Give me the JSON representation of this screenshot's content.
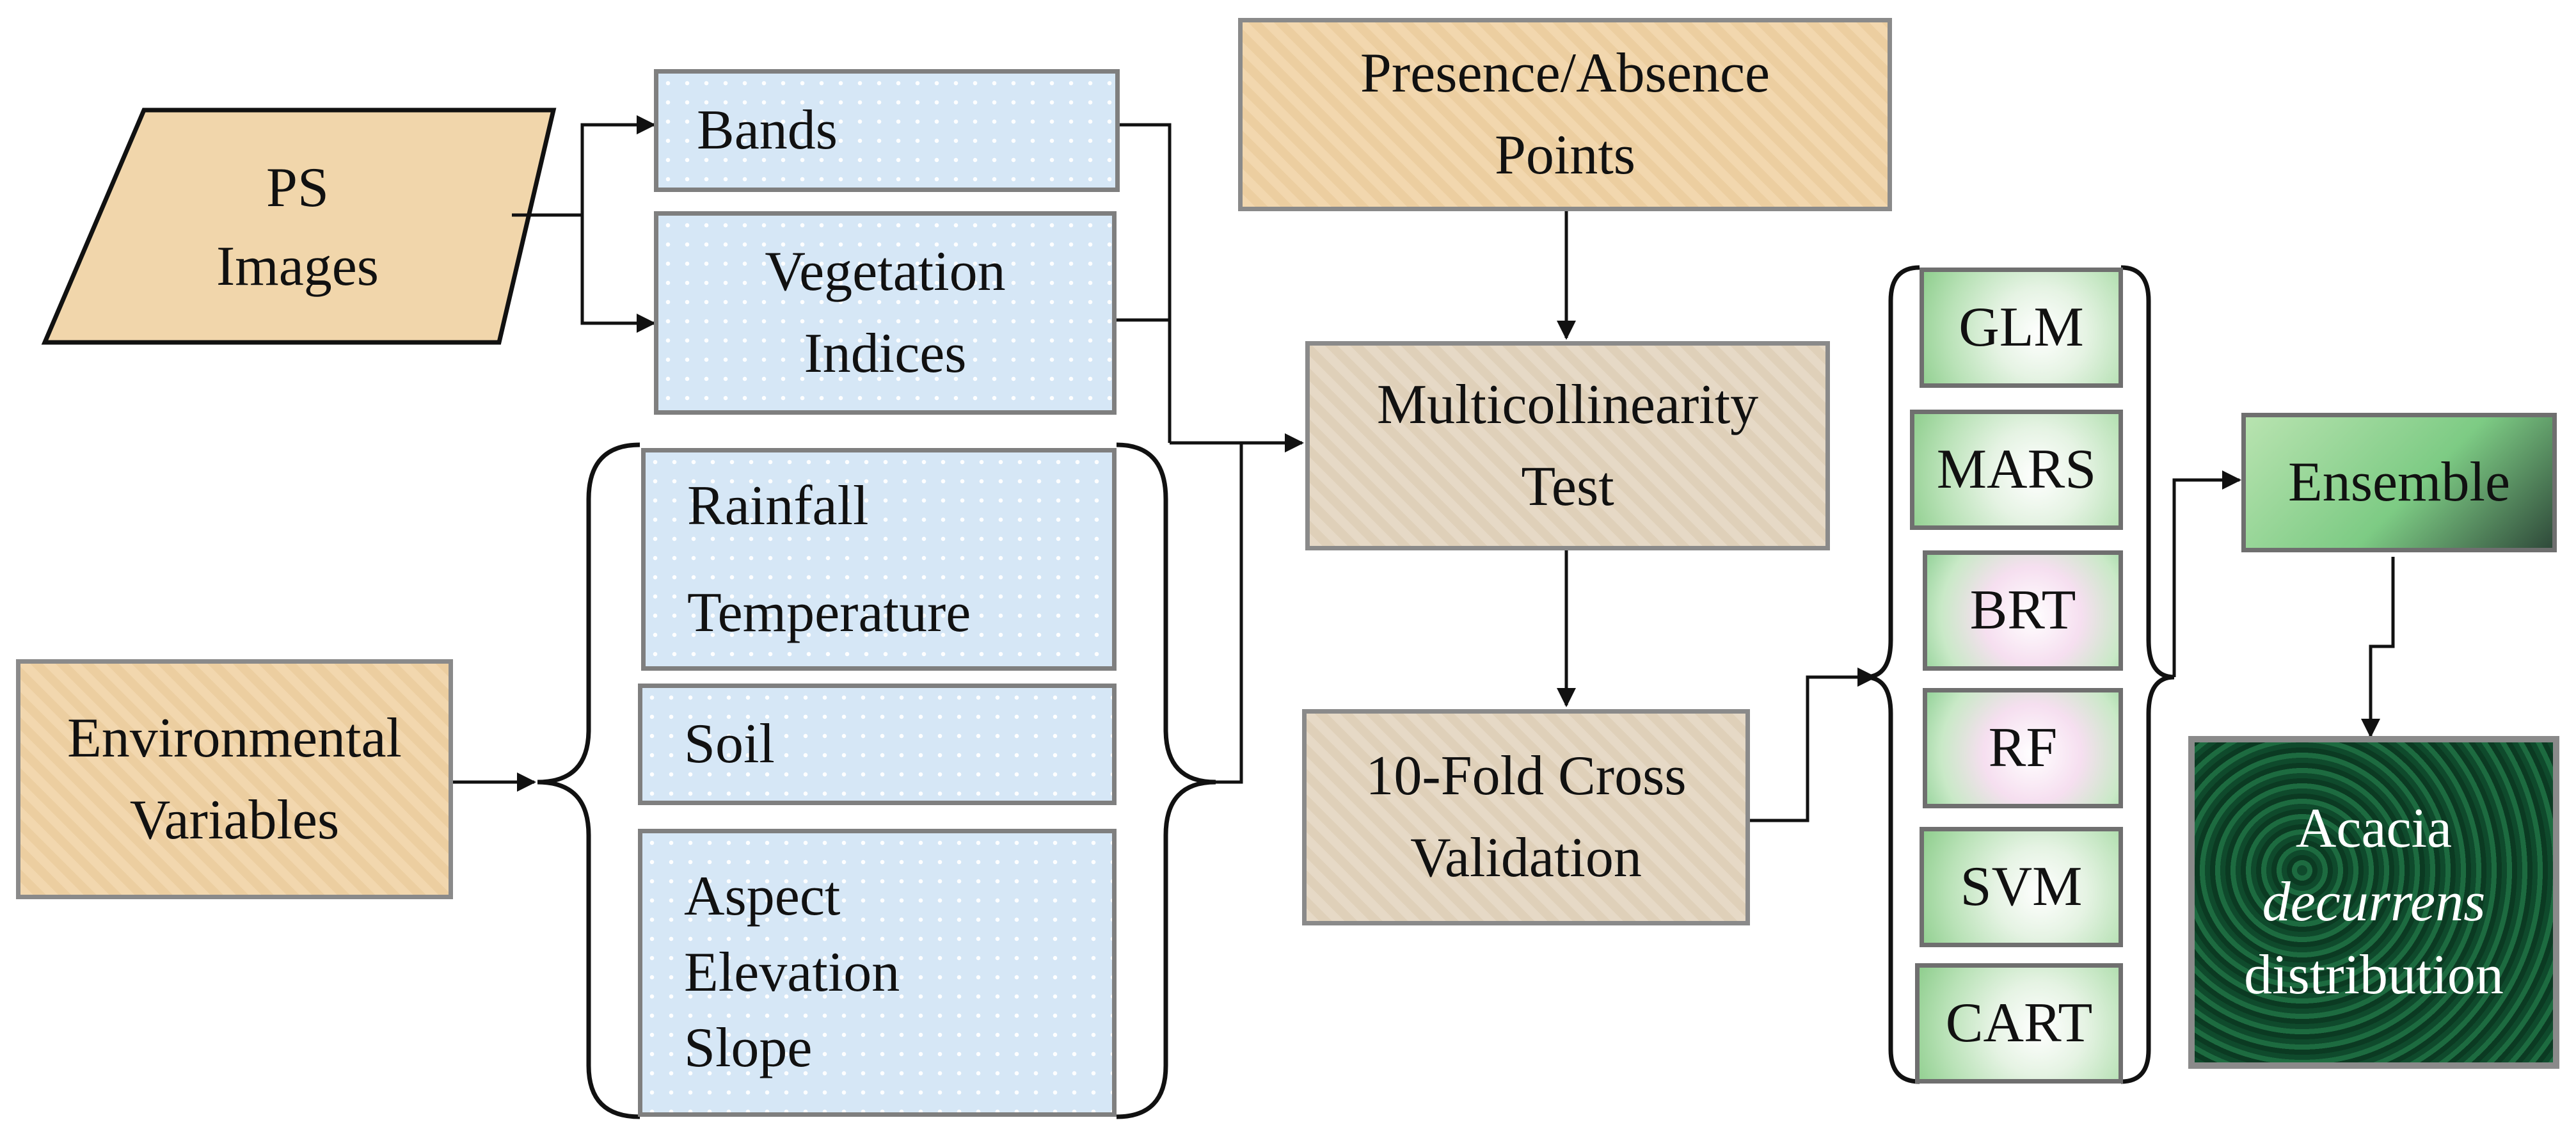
{
  "nodes": {
    "ps_images": [
      "PS",
      "Images"
    ],
    "bands": "Bands",
    "vegetation_indices": [
      "Vegetation",
      "Indices"
    ],
    "environmental_variables": [
      "Environmental",
      "Variables"
    ],
    "climate": [
      "Rainfall",
      "Temperature"
    ],
    "soil": "Soil",
    "topography": [
      "Aspect",
      "Elevation",
      "Slope"
    ],
    "presence_absence": [
      "Presence/Absence",
      "Points"
    ],
    "multicollinearity": [
      "Multicollinearity",
      "Test"
    ],
    "cross_validation": [
      "10-Fold Cross",
      "Validation"
    ],
    "models": [
      "GLM",
      "MARS",
      "BRT",
      "RF",
      "SVM",
      "CART"
    ],
    "ensemble": "Ensemble",
    "output": [
      "Acacia",
      "decurrens",
      "distribution"
    ]
  },
  "colors": {
    "tan": "#f2d7ae",
    "taupe": "#e6d9c6",
    "light_blue": "#d6e7f6",
    "light_green": "#b9e2b7",
    "dark_green": "#0f4a2c",
    "border": "#7a7a7a",
    "line": "#111111"
  }
}
